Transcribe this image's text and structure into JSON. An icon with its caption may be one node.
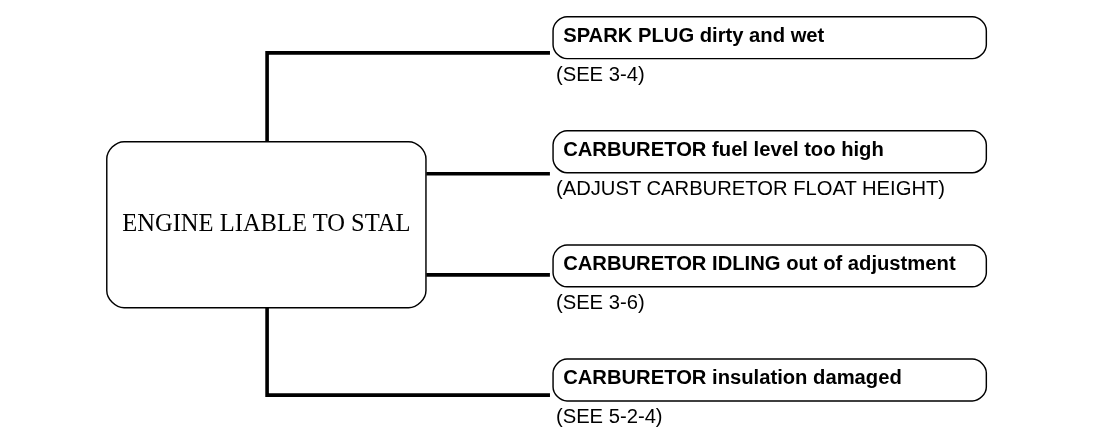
{
  "diagram": {
    "nodes": [
      {
        "text": [
          "ENGINE LIABLE TO STAL"
        ]
      },
      {
        "text": [
          "SPARK PLUG dirty and wet"
        ],
        "beside": [
          "(SEE 3-4)"
        ]
      },
      {
        "text": [
          "CARBURETOR fuel level too high"
        ],
        "beside": [
          "(ADJUST CARBURETOR FLOAT HEIGHT)"
        ]
      },
      {
        "text": [
          "CARBURETOR IDLING out of adjustment"
        ],
        "beside": [
          "(SEE 3-6)"
        ]
      },
      {
        "text": [
          "CARBURETOR insulation damaged"
        ],
        "beside": [
          "(SEE 5-2-4)"
        ]
      }
    ],
    "edges": [
      {
        "from": 0,
        "to": 1,
        "arrow": "none"
      },
      {
        "from": 0,
        "to": 2,
        "arrow": "none"
      },
      {
        "from": 0,
        "to": 3,
        "arrow": "none"
      },
      {
        "from": 0,
        "to": 4,
        "arrow": "none"
      }
    ]
  }
}
